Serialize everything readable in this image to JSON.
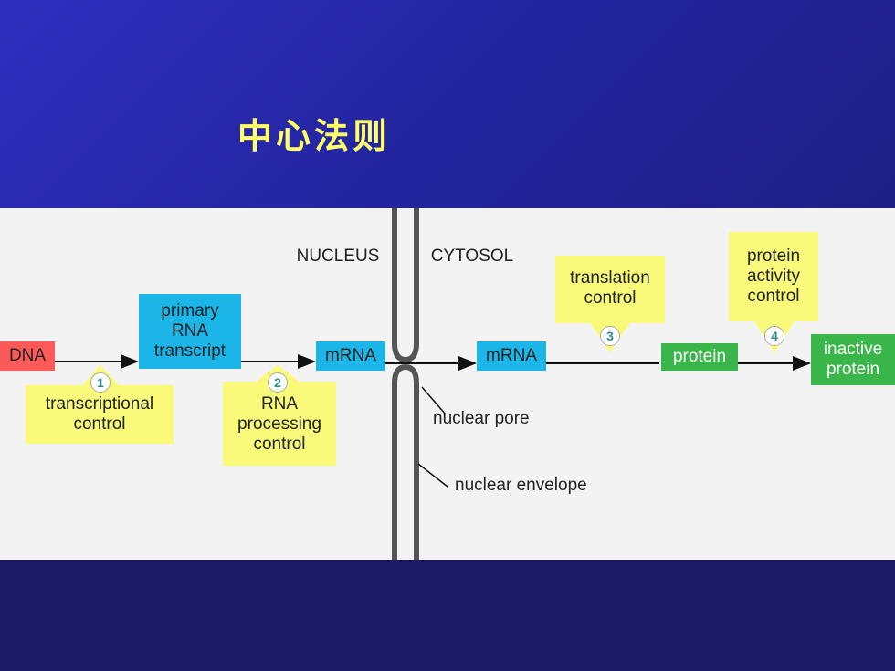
{
  "slide": {
    "title": "中心法则"
  },
  "diagram": {
    "region_labels": {
      "nucleus": "NUCLEUS",
      "cytosol": "CYTOSOL"
    },
    "nodes": {
      "dna": "DNA",
      "primary_rna": [
        "primary",
        "RNA",
        "transcript"
      ],
      "mrna_nucleus": "mRNA",
      "mrna_cytosol": "mRNA",
      "protein": "protein",
      "inactive_protein": [
        "inactive",
        "protein"
      ]
    },
    "controls": [
      {
        "num": "1",
        "lines": [
          "transcriptional",
          "control"
        ]
      },
      {
        "num": "2",
        "lines": [
          "RNA",
          "processing",
          "control"
        ]
      },
      {
        "num": "3",
        "lines": [
          "translation",
          "control"
        ]
      },
      {
        "num": "4",
        "lines": [
          "protein",
          "activity",
          "control"
        ]
      }
    ],
    "annotations": {
      "pore": "nuclear pore",
      "envelope": "nuclear envelope"
    }
  }
}
